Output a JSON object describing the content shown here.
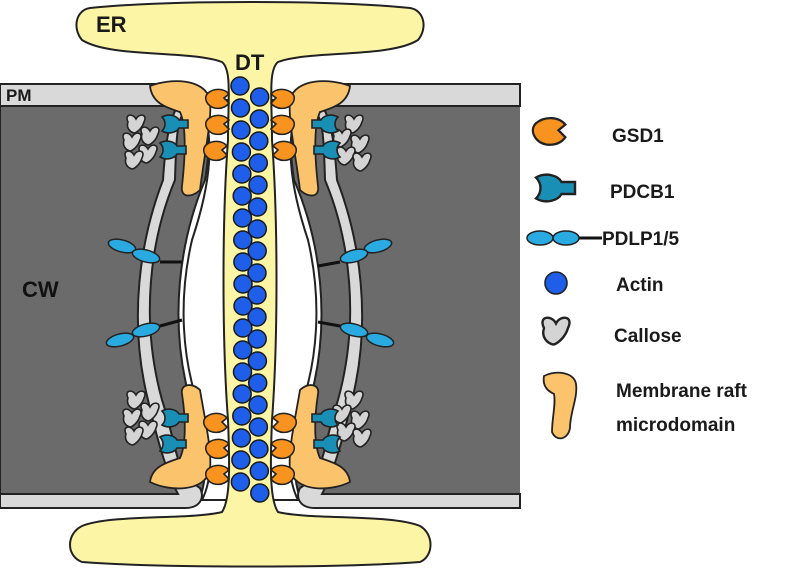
{
  "labels": {
    "er": "ER",
    "dt": "DT",
    "pm": "PM",
    "cw": "CW"
  },
  "legend": {
    "gsd1": "GSD1",
    "pdcb1": "PDCB1",
    "pdlp": "PDLP1/5",
    "actin": "Actin",
    "callose": "Callose",
    "raft_line1": "Membrane raft",
    "raft_line2": "microdomain"
  },
  "colors": {
    "er": "#fdf5a6",
    "cell_wall": "#6b6b6b",
    "plasma_membrane": "#d9d9d9",
    "gsd1": "#f7931e",
    "pdcb1": "#1a8fb6",
    "pdlp": "#29abe2",
    "actin": "#1f5ee8",
    "callose": "#d4d4d4",
    "raft": "#fbc36b"
  }
}
